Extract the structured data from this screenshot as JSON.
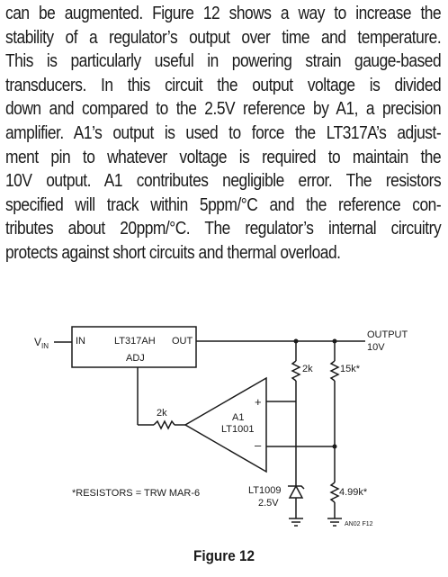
{
  "paragraph": {
    "lines": [
      "can be augmented. Figure 12 shows a way to increase the",
      "stability of a regulator’s output over time and temperature.",
      "This is particularly useful in powering strain gauge-based",
      "transducers. In this circuit the output voltage is divided",
      "down and compared to the 2.5V reference by A1, a precision",
      "amplifier. A1’s output is used to force the LT317A’s adjust-",
      "ment pin to whatever voltage is required to maintain the",
      "10V output. A1 contributes negligible error. The resistors",
      "specified will track within 5ppm/°C and the reference con-",
      "tributes about 20ppm/°C. The regulator’s internal circuitry",
      "protects against short circuits and thermal overload."
    ]
  },
  "schematic": {
    "vin_label": "V",
    "vin_sub": "IN",
    "reg_in": "IN",
    "reg_name": "LT317AH",
    "reg_out": "OUT",
    "reg_adj": "ADJ",
    "output_label": "OUTPUT",
    "output_value": "10V",
    "r_top_left": "2k",
    "r_top_right": "15k*",
    "r_adj": "2k",
    "amp_name": "A1",
    "amp_part": "LT1001",
    "amp_plus": "+",
    "amp_minus": "–",
    "ref_name": "LT1009",
    "ref_value": "2.5V",
    "r_bottom_right": "4.99k*",
    "note": "*RESISTORS = TRW MAR-6",
    "figure_code": "AN02 F12"
  },
  "caption": "Figure 12"
}
